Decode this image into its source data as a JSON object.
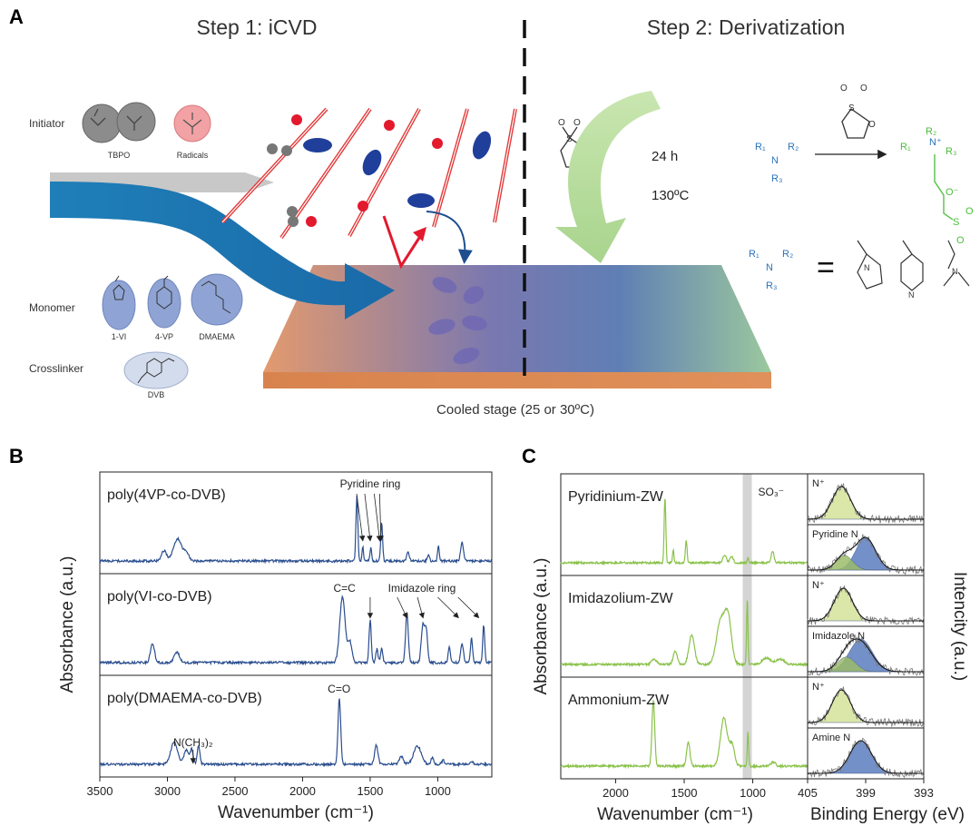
{
  "panel_a": {
    "letter": "A",
    "step1_title": "Step 1: iCVD",
    "step2_title": "Step 2: Derivatization",
    "initiator_label": "Initiator",
    "tbpo_label": "TBPO",
    "radicals_label": "Radicals",
    "monomer_label": "Monomer",
    "monomers": [
      "1-VI",
      "4-VP",
      "DMAEMA"
    ],
    "crosslinker_label": "Crosslinker",
    "crosslinker_name": "DVB",
    "stage_caption": "Cooled stage (25 or 30ºC)",
    "reaction_time": "24 h",
    "reaction_temp": "130ºC",
    "sultone_atoms": [
      "O",
      "O",
      "S",
      "O"
    ],
    "amine_labels": {
      "r1": "R₁",
      "r2": "R₂",
      "r3": "R₃",
      "n": "N"
    },
    "product_labels": {
      "r1": "R₁",
      "r2": "R₂",
      "r3": "R₃",
      "n": "N⁺",
      "s": "S",
      "o": "O",
      "o_minus": "O⁻"
    },
    "imidazole_n": "N",
    "pyridine_n": "N",
    "dimethylamine_n": "N",
    "equals": "="
  },
  "chart_data": [
    {
      "type": "line",
      "panel": "B",
      "title": "",
      "xlabel": "Wavenumber (cm⁻¹)",
      "ylabel": "Absorbance (a.u.)",
      "xlim": [
        3500,
        600
      ],
      "x_ticks": [
        3500,
        3000,
        2500,
        2000,
        1500,
        1000
      ],
      "series": [
        {
          "name": "poly(4VP-co-DVB)",
          "color": "#2a4e8f",
          "peaks": [
            [
              3025,
              0.15,
              18
            ],
            [
              2925,
              0.32,
              30
            ],
            [
              2860,
              0.12,
              18
            ],
            [
              1598,
              0.95,
              7
            ],
            [
              1555,
              0.2,
              6
            ],
            [
              1495,
              0.2,
              6
            ],
            [
              1415,
              0.55,
              7
            ],
            [
              1220,
              0.12,
              10
            ],
            [
              1070,
              0.08,
              8
            ],
            [
              995,
              0.22,
              6
            ],
            [
              820,
              0.28,
              10
            ]
          ]
        },
        {
          "name": "poly(VI-co-DVB)",
          "color": "#2a4e8f",
          "peaks": [
            [
              3110,
              0.28,
              15
            ],
            [
              2930,
              0.15,
              20
            ],
            [
              1705,
              0.95,
              20
            ],
            [
              1650,
              0.3,
              15
            ],
            [
              1500,
              0.62,
              8
            ],
            [
              1450,
              0.2,
              8
            ],
            [
              1415,
              0.2,
              8
            ],
            [
              1228,
              0.72,
              10
            ],
            [
              1110,
              0.55,
              12
            ],
            [
              1085,
              0.45,
              10
            ],
            [
              915,
              0.22,
              8
            ],
            [
              820,
              0.28,
              10
            ],
            [
              750,
              0.35,
              8
            ],
            [
              660,
              0.55,
              7
            ]
          ]
        },
        {
          "name": "poly(DMAEMA-co-DVB)",
          "color": "#2a4e8f",
          "peaks": [
            [
              2950,
              0.35,
              25
            ],
            [
              2860,
              0.22,
              18
            ],
            [
              2820,
              0.22,
              10
            ],
            [
              2770,
              0.28,
              10
            ],
            [
              1728,
              1.0,
              10
            ],
            [
              1455,
              0.3,
              12
            ],
            [
              1270,
              0.12,
              15
            ],
            [
              1150,
              0.28,
              28
            ],
            [
              1040,
              0.1,
              10
            ],
            [
              960,
              0.06,
              10
            ],
            [
              750,
              0.05,
              10
            ]
          ]
        }
      ],
      "annotations": [
        {
          "text": "Pyridine ring",
          "series": 0
        },
        {
          "text": "C=C",
          "series": 1
        },
        {
          "text": "Imidazole ring",
          "series": 1
        },
        {
          "text": "C=O",
          "series": 2
        },
        {
          "text": "N(CH₃)₂",
          "series": 2
        }
      ]
    },
    {
      "type": "line",
      "panel": "C",
      "title": "",
      "xlabel": "Wavenumber (cm⁻¹)",
      "ylabel": "Absorbance (a.u.)",
      "xlim": [
        2400,
        600
      ],
      "x_ticks": [
        2000,
        1500,
        1000
      ],
      "highlight_band": {
        "x": 1040,
        "label": "SO₃⁻"
      },
      "series": [
        {
          "name": "Pyridinium-ZW",
          "color": "#8ac24a",
          "peaks": [
            [
              1640,
              1.0,
              6
            ],
            [
              1580,
              0.2,
              5
            ],
            [
              1485,
              0.35,
              6
            ],
            [
              1205,
              0.12,
              12
            ],
            [
              1155,
              0.1,
              12
            ],
            [
              1035,
              0.08,
              5
            ],
            [
              855,
              0.18,
              10
            ]
          ]
        },
        {
          "name": "Imidazolium-ZW",
          "color": "#8ac24a",
          "peaks": [
            [
              1720,
              0.08,
              18
            ],
            [
              1565,
              0.2,
              15
            ],
            [
              1445,
              0.45,
              20
            ],
            [
              1235,
              0.65,
              30
            ],
            [
              1180,
              0.7,
              25
            ],
            [
              1040,
              1.0,
              5
            ],
            [
              900,
              0.1,
              30
            ],
            [
              800,
              0.08,
              30
            ]
          ]
        },
        {
          "name": "Ammonium-ZW",
          "color": "#8ac24a",
          "peaks": [
            [
              1725,
              0.95,
              10
            ],
            [
              1470,
              0.35,
              12
            ],
            [
              1210,
              0.7,
              25
            ],
            [
              1150,
              0.3,
              18
            ],
            [
              1035,
              0.5,
              5
            ],
            [
              850,
              0.06,
              15
            ]
          ]
        }
      ]
    },
    {
      "type": "line",
      "panel": "C-XPS",
      "title": "",
      "xlabel": "Binding Energy (eV)",
      "ylabel": "Intencity (a.u.)",
      "xlim": [
        405,
        393
      ],
      "x_ticks": [
        405,
        399,
        393
      ],
      "subplots": [
        {
          "label": "N⁺",
          "components": [
            {
              "center": 401.5,
              "fwhm": 2.2,
              "color": "#d5e39a"
            }
          ]
        },
        {
          "label": "Pyridine N",
          "components": [
            {
              "center": 399.0,
              "fwhm": 2.4,
              "color": "#5b7cbf"
            },
            {
              "center": 401.2,
              "fwhm": 2.0,
              "color": "#9bbc6a"
            }
          ]
        },
        {
          "label": "N⁺",
          "components": [
            {
              "center": 401.3,
              "fwhm": 2.2,
              "color": "#d5e39a"
            }
          ]
        },
        {
          "label": "Imidazole N",
          "components": [
            {
              "center": 399.5,
              "fwhm": 2.8,
              "color": "#5b7cbf"
            },
            {
              "center": 401.0,
              "fwhm": 2.2,
              "color": "#9bbc6a"
            }
          ]
        },
        {
          "label": "N⁺",
          "components": [
            {
              "center": 401.5,
              "fwhm": 2.2,
              "color": "#d5e39a"
            }
          ]
        },
        {
          "label": "Amine N",
          "components": [
            {
              "center": 399.5,
              "fwhm": 2.6,
              "color": "#5b7cbf"
            }
          ]
        }
      ]
    }
  ]
}
